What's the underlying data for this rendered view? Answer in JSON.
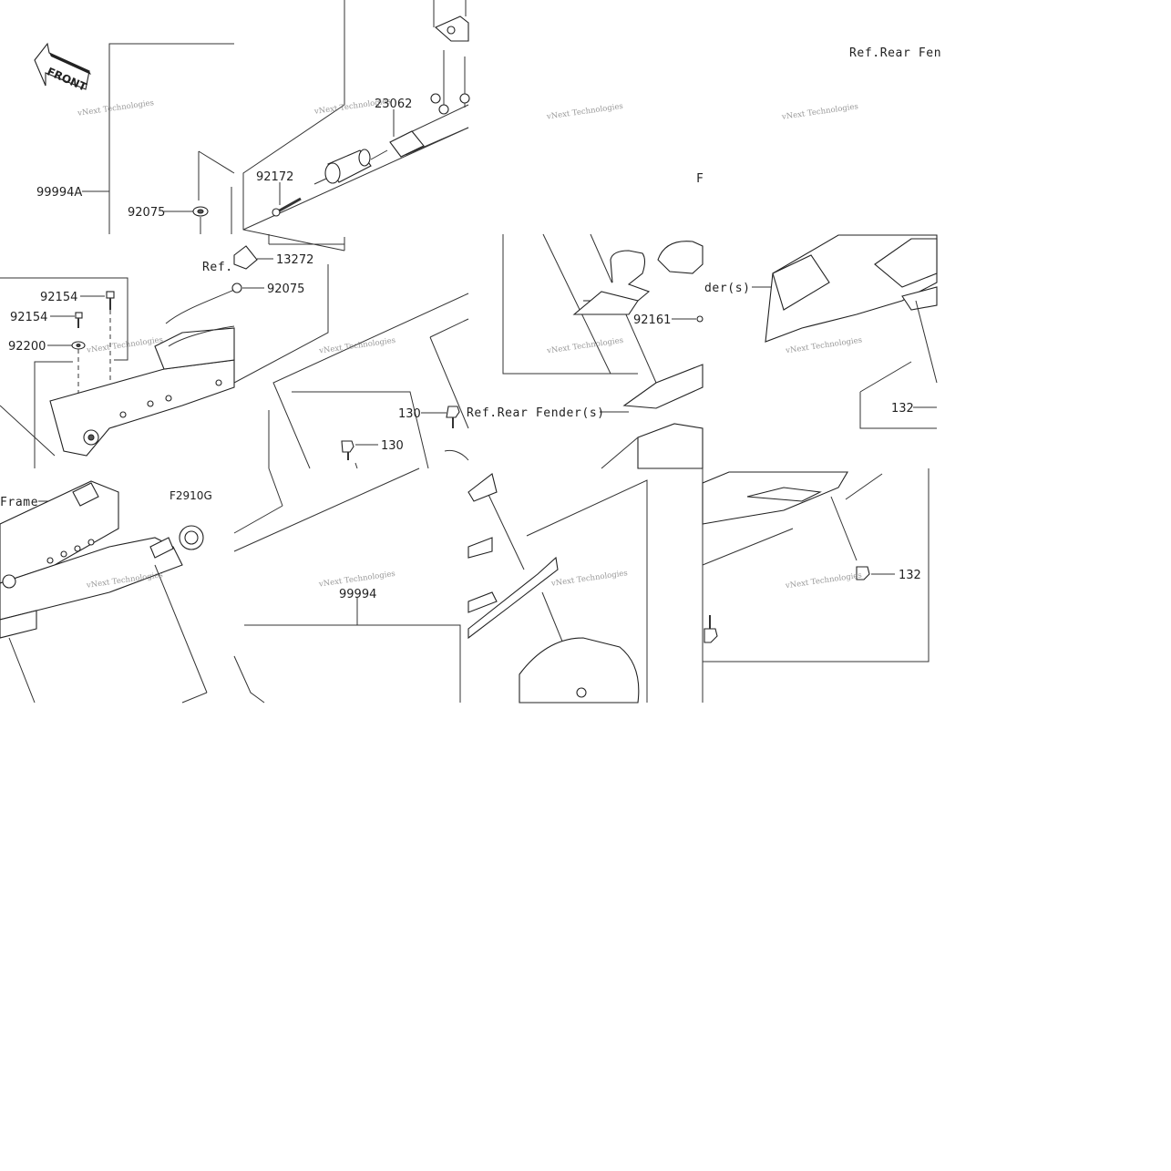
{
  "diagram": {
    "figure_code": "F2910G",
    "front_arrow": "FRONT",
    "watermark": "vNext Technologies",
    "part_numbers": {
      "p99994A": "99994A",
      "p92075a": "92075",
      "p92075b": "92075",
      "p92172": "92172",
      "p23062": "23062",
      "p13272": "13272",
      "p92154a": "92154",
      "p92154b": "92154",
      "p92200": "92200",
      "p130a": "130",
      "p130b": "130",
      "p99994": "99994",
      "p92161": "92161",
      "p132a": "132",
      "p132b": "132"
    },
    "refs": {
      "rear_fender_top": "Ref.Rear Fen",
      "rear_fender_mid": "Ref.Rear Fender(s)",
      "rear_fender_right": "der(s)",
      "ref_partial": "Ref.",
      "frame": "Frame",
      "partial_f": "F"
    }
  }
}
